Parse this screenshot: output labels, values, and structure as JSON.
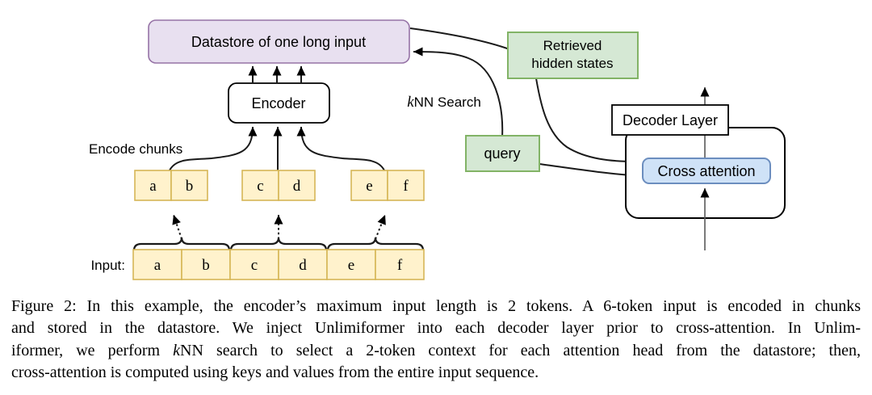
{
  "figure": {
    "datastore": {
      "label": "Datastore of one long input"
    },
    "encoder": {
      "label": "Encoder"
    },
    "encode_chunks_label": "Encode chunks",
    "knn_search": {
      "k": "k",
      "rest": "NN Search"
    },
    "query": {
      "label": "query"
    },
    "retrieved": {
      "line1": "Retrieved",
      "line2": "hidden states"
    },
    "decoder_layer": {
      "label": "Decoder Layer"
    },
    "cross_attention": {
      "label": "Cross attention"
    },
    "input_label": "Input:",
    "chunks": [
      [
        "a",
        "b"
      ],
      [
        "c",
        "d"
      ],
      [
        "e",
        "f"
      ]
    ],
    "input_tokens": [
      "a",
      "b",
      "c",
      "d",
      "e",
      "f"
    ],
    "colors": {
      "datastore_fill": "#E8E0F0",
      "datastore_stroke": "#9673A6",
      "green_fill": "#D5E8D4",
      "green_stroke": "#82B366",
      "yellow_fill": "#FFF2CC",
      "yellow_stroke": "#D6B656",
      "blue_fill": "#CFE2F7",
      "blue_stroke": "#6C8EBF"
    }
  },
  "caption": {
    "line1": "Figure 2: In this example, the encoder’s maximum input length is 2 tokens. A 6-token input is encoded in chunks",
    "line2": "and stored in the datastore. We inject Unlimiformer into each decoder layer prior to cross-attention. In Unlim-",
    "line3_pre": "iformer, we perform ",
    "line3_k": "k",
    "line3_post": "NN search to select a 2-token context for each attention head from the datastore; then,",
    "line4": "cross-attention is computed using keys and values from the entire input sequence."
  }
}
